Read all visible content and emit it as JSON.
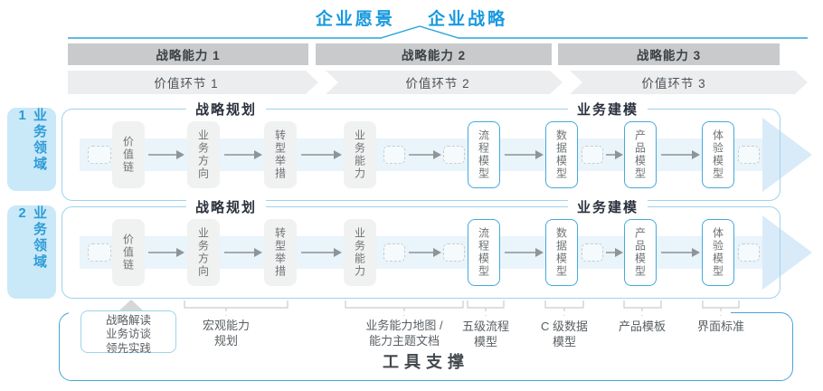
{
  "title": {
    "vision": "企业愿景",
    "strategy": "企业战略"
  },
  "capabilities": [
    "战略能力 1",
    "战略能力 2",
    "战略能力 3"
  ],
  "value_links": [
    "价值环节 1",
    "价值环节 2",
    "价值环节 3"
  ],
  "domains": [
    "业务领域 1",
    "业务领域 2"
  ],
  "band": {
    "planning_header": "战略规划",
    "modeling_header": "业务建模",
    "boxes": [
      {
        "label": "价值链",
        "style": "gray"
      },
      {
        "label": "业务方向",
        "style": "gray"
      },
      {
        "label": "转型举措",
        "style": "gray"
      },
      {
        "label": "业务能力",
        "style": "gray"
      },
      {
        "label": "流程模型",
        "style": "blue"
      },
      {
        "label": "数据模型",
        "style": "blue"
      },
      {
        "label": "产品模型",
        "style": "blue"
      },
      {
        "label": "体验模型",
        "style": "blue"
      }
    ]
  },
  "annotations": [
    {
      "lines": [
        "战略解读",
        "业务访谈",
        "领先实践"
      ],
      "boxed": true
    },
    {
      "lines": [
        "宏观能力",
        "规划"
      ],
      "boxed": false
    },
    {
      "lines": [
        "业务能力地图 /",
        "能力主题文档"
      ],
      "boxed": false
    },
    {
      "lines": [
        "五级流程",
        "模型"
      ],
      "boxed": false
    },
    {
      "lines": [
        "C 级数据",
        "模型"
      ],
      "boxed": false
    },
    {
      "lines": [
        "产品模板"
      ],
      "boxed": false
    },
    {
      "lines": [
        "界面标准"
      ],
      "boxed": false
    }
  ],
  "footer": "工具支撑",
  "colors": {
    "title_blue": "#1799DE",
    "line_blue": "#29A3DF",
    "capability_band": "#C9CACB",
    "chevron_band": "#ECEDEE",
    "domain_bg": "#C9E8F8",
    "domain_text": "#2E9CD6",
    "band_border": "#9ED3ED",
    "strip": "#E9F4FB",
    "arrowhead": "#D9EBF8",
    "gray_box": "#F0F1F1",
    "blue_box_border": "#45AADC",
    "tools_border": "#47A5D8",
    "dark_text": "#2A313C"
  }
}
